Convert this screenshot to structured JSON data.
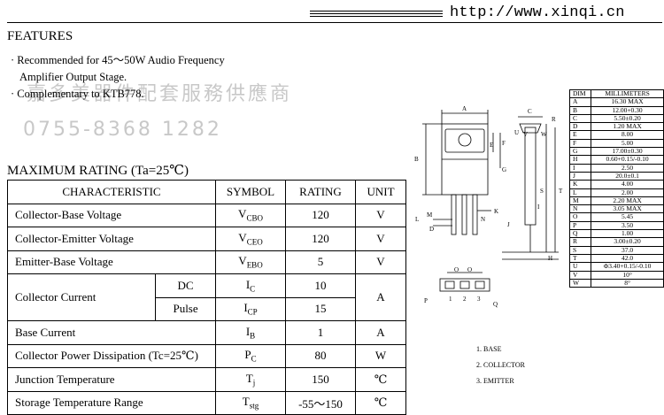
{
  "header": {
    "url": "http://www.xinqi.cn"
  },
  "watermark": {
    "line1": "嘉多美器件配套服務供應商",
    "line2": "0755-8368 1282"
  },
  "features": {
    "title": "FEATURES",
    "items": [
      "· Recommended for 45～50W Audio Frequency",
      "Amplifier Output Stage.",
      "· Complementary to KTB778."
    ]
  },
  "max_rating": {
    "title": "MAXIMUM RATING  (Ta=25℃)",
    "headers": {
      "characteristic": "CHARACTERISTIC",
      "symbol": "SYMBOL",
      "rating": "RATING",
      "unit": "UNIT"
    },
    "rows": [
      {
        "name": "Collector-Base Voltage",
        "sym": "V",
        "sub": "CBO",
        "rating": "120",
        "unit": "V"
      },
      {
        "name": "Collector-Emitter Voltage",
        "sym": "V",
        "sub": "CEO",
        "rating": "120",
        "unit": "V"
      },
      {
        "name": "Emitter-Base Voltage",
        "sym": "V",
        "sub": "EBO",
        "rating": "5",
        "unit": "V"
      },
      {
        "name": "Collector Current",
        "mode_dc": "DC",
        "sym_dc": "I",
        "sub_dc": "C",
        "rating_dc": "10",
        "mode_pulse": "Pulse",
        "sym_pulse": "I",
        "sub_pulse": "CP",
        "rating_pulse": "15",
        "unit": "A"
      },
      {
        "name": "Base Current",
        "sym": "I",
        "sub": "B",
        "rating": "1",
        "unit": "A"
      },
      {
        "name": "Collector Power Dissipation (Tc=25℃)",
        "sym": "P",
        "sub": "C",
        "rating": "80",
        "unit": "W"
      },
      {
        "name": "Junction Temperature",
        "sym": "T",
        "sub": "j",
        "rating": "150",
        "unit": "℃"
      },
      {
        "name": "Storage Temperature Range",
        "sym": "T",
        "sub": "stg",
        "rating": "-55～150",
        "unit": "℃"
      }
    ]
  },
  "dimensions": {
    "headers": {
      "dim": "DIM",
      "mm": "MILLIMETERS"
    },
    "rows": [
      {
        "k": "A",
        "v": "16.30 MAX"
      },
      {
        "k": "B",
        "v": "12.00+0.30"
      },
      {
        "k": "C",
        "v": "5.50±0.20"
      },
      {
        "k": "D",
        "v": "1.20 MAX"
      },
      {
        "k": "E",
        "v": "8.00"
      },
      {
        "k": "F",
        "v": "5.00"
      },
      {
        "k": "G",
        "v": "17.00±0.30"
      },
      {
        "k": "H",
        "v": "0.60+0.15/-0.10"
      },
      {
        "k": "I",
        "v": "2.50"
      },
      {
        "k": "J",
        "v": "20.0±0.1"
      },
      {
        "k": "K",
        "v": "4.00"
      },
      {
        "k": "L",
        "v": "2.00"
      },
      {
        "k": "M",
        "v": "2.20 MAX"
      },
      {
        "k": "N",
        "v": "3.05 MAX"
      },
      {
        "k": "O",
        "v": "5.45"
      },
      {
        "k": "P",
        "v": "3.50"
      },
      {
        "k": "Q",
        "v": "1.00"
      },
      {
        "k": "R",
        "v": "3.00±0.20"
      },
      {
        "k": "S",
        "v": "37.0"
      },
      {
        "k": "T",
        "v": "42.0"
      },
      {
        "k": "U",
        "v": "Φ3.40+0.15/-0.10"
      },
      {
        "k": "V",
        "v": "10°"
      },
      {
        "k": "W",
        "v": "8°"
      }
    ]
  },
  "pins": [
    "1. BASE",
    "2. COLLECTOR",
    "3. EMITTER"
  ],
  "pin_numbers": [
    "1",
    "2",
    "3"
  ],
  "drawing_labels": {
    "A": "A",
    "B": "B",
    "C": "C",
    "D": "D",
    "E": "E",
    "F": "F",
    "G": "G",
    "H": "H",
    "I": "I",
    "J": "J",
    "K": "K",
    "L": "L",
    "M": "M",
    "N": "N",
    "O": "O",
    "P": "P",
    "Q": "Q",
    "R": "R",
    "S": "S",
    "T": "T",
    "U": "U",
    "V": "V",
    "W": "W"
  }
}
